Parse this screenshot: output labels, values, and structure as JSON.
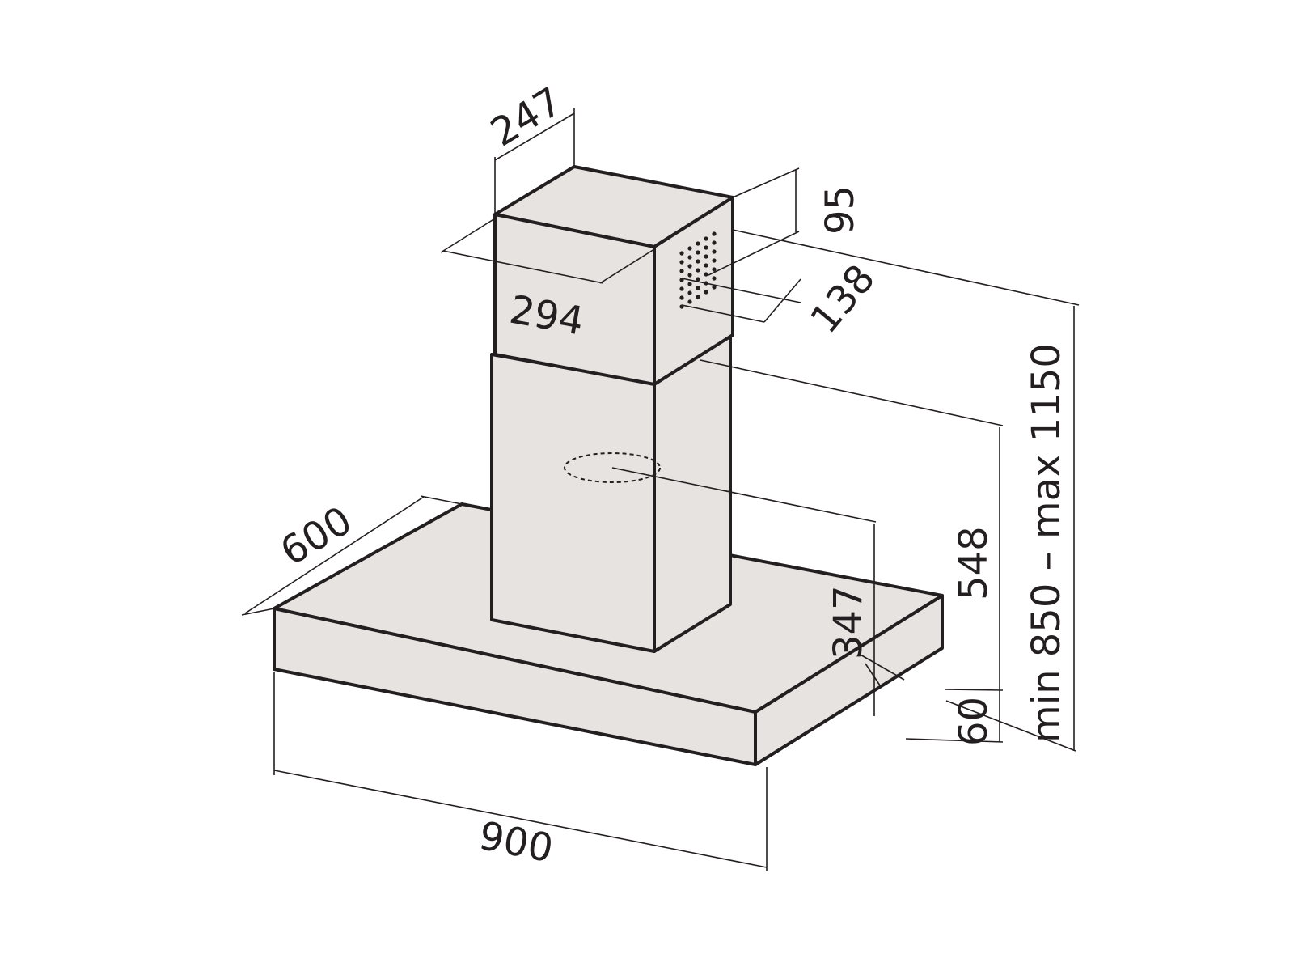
{
  "colors": {
    "body_fill": "#e6e3e1",
    "line": "#231f20",
    "background": "#ffffff"
  },
  "dimensions": {
    "chimney_depth": "247",
    "chimney_width": "294",
    "vent_height": "95",
    "vent_offset": "138",
    "chimney_lower_height": "548",
    "outlet_height": "347",
    "canopy_depth": "600",
    "canopy_width": "900",
    "canopy_height": "60",
    "total_height": "min  850  –  max  1150"
  }
}
